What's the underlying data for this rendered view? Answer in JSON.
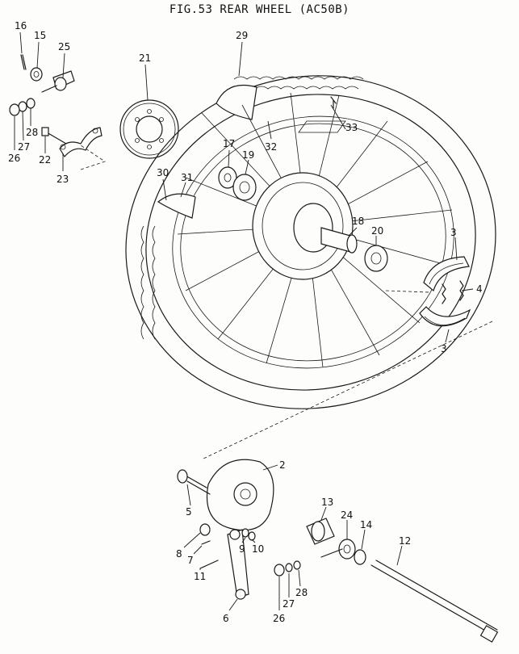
{
  "title": "FIG.53  REAR WHEEL (AC50B)",
  "callouts": [
    {
      "id": "c16",
      "label": "16"
    },
    {
      "id": "c15",
      "label": "15"
    },
    {
      "id": "c25",
      "label": "25"
    },
    {
      "id": "c21",
      "label": "21"
    },
    {
      "id": "c29",
      "label": "29"
    },
    {
      "id": "c33",
      "label": "33"
    },
    {
      "id": "c32",
      "label": "32"
    },
    {
      "id": "c17",
      "label": "17"
    },
    {
      "id": "c19",
      "label": "19"
    },
    {
      "id": "c28a",
      "label": "28"
    },
    {
      "id": "c26a",
      "label": "26"
    },
    {
      "id": "c27a",
      "label": "27"
    },
    {
      "id": "c22",
      "label": "22"
    },
    {
      "id": "c23",
      "label": "23"
    },
    {
      "id": "c30",
      "label": "30"
    },
    {
      "id": "c31",
      "label": "31"
    },
    {
      "id": "c18",
      "label": "18"
    },
    {
      "id": "c20",
      "label": "20"
    },
    {
      "id": "c3a",
      "label": "3"
    },
    {
      "id": "c4",
      "label": "4"
    },
    {
      "id": "c3b",
      "label": "3"
    },
    {
      "id": "c2",
      "label": "2"
    },
    {
      "id": "c5",
      "label": "5"
    },
    {
      "id": "c13",
      "label": "13"
    },
    {
      "id": "c24",
      "label": "24"
    },
    {
      "id": "c14",
      "label": "14"
    },
    {
      "id": "c12",
      "label": "12"
    },
    {
      "id": "c8",
      "label": "8"
    },
    {
      "id": "c9",
      "label": "9"
    },
    {
      "id": "c10",
      "label": "10"
    },
    {
      "id": "c7",
      "label": "7"
    },
    {
      "id": "c11",
      "label": "11"
    },
    {
      "id": "c6",
      "label": "6"
    },
    {
      "id": "c26b",
      "label": "26"
    },
    {
      "id": "c27b",
      "label": "27"
    },
    {
      "id": "c28b",
      "label": "28"
    }
  ]
}
